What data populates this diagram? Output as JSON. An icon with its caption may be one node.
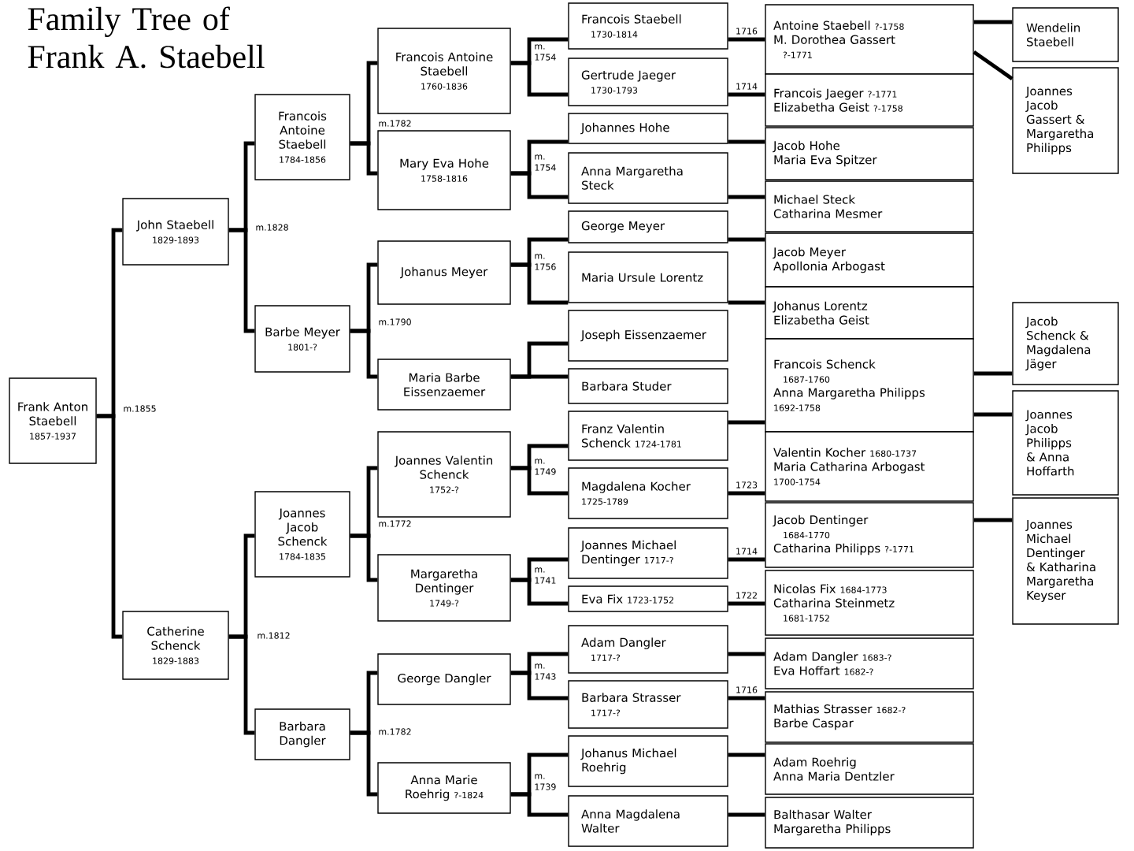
{
  "diagram": {
    "title": "Family Tree of Frank A. Staebell",
    "nodes": [
      {
        "text": [
          "Frank Anton Staebell",
          "1857-1937"
        ]
      },
      {
        "text": [
          "John Staebell",
          "1829-1893"
        ]
      },
      {
        "text": [
          "Catherine Schenck",
          "1829-1883"
        ]
      },
      {
        "text": [
          "Francois Antoine Staebell",
          "1784-1856"
        ]
      },
      {
        "text": [
          "Barbe Meyer",
          "1801-?"
        ]
      },
      {
        "text": [
          "Joannes Jacob Schenck",
          "1784-1835"
        ]
      },
      {
        "text": [
          "Barbara Dangler"
        ]
      },
      {
        "text": [
          "Francois Antoine Staebell",
          "1760-1836"
        ]
      },
      {
        "text": [
          "Mary Eva Hohe",
          "1758-1816"
        ]
      },
      {
        "text": [
          "Johanus Meyer"
        ]
      },
      {
        "text": [
          "Maria Barbe Eissenzaemer"
        ]
      },
      {
        "text": [
          "Joannes Valentin Schenck",
          "1752-?"
        ]
      },
      {
        "text": [
          "Margaretha Dentinger",
          "1749-?"
        ]
      },
      {
        "text": [
          "George Dangler"
        ]
      },
      {
        "text": [
          "Anna Marie Roehrig",
          "?-1824"
        ]
      },
      {
        "text": [
          "Francois Staebell",
          "1730-1814"
        ]
      },
      {
        "text": [
          "Gertrude Jaeger",
          "1730-1793"
        ]
      },
      {
        "text": [
          "Johannes Hohe"
        ]
      },
      {
        "text": [
          "Anna Margaretha Steck"
        ]
      },
      {
        "text": [
          "George Meyer"
        ]
      },
      {
        "text": [
          "Maria Ursule Lorentz"
        ]
      },
      {
        "text": [
          "Joseph Eissenzaemer"
        ]
      },
      {
        "text": [
          "Barbara Studer"
        ]
      },
      {
        "text": [
          "Franz Valentin Schenck",
          "1724-1781"
        ]
      },
      {
        "text": [
          "Magdalena Kocher",
          "1725-1789"
        ]
      },
      {
        "text": [
          "Joannes Michael Dentinger",
          "1717-?"
        ]
      },
      {
        "text": [
          "Eva Fix",
          "1723-1752"
        ]
      },
      {
        "text": [
          "Adam Dangler",
          "1717-?"
        ]
      },
      {
        "text": [
          "Barbara Strasser",
          "1717-?"
        ]
      },
      {
        "text": [
          "Johanus Michael Roehrig"
        ]
      },
      {
        "text": [
          "Anna Magdalena Walter"
        ]
      },
      {
        "text": [
          "Antoine Staebell",
          "?-1758",
          "M. Dorothea Gassert",
          "?-1771"
        ]
      },
      {
        "text": [
          "Francois Jaeger",
          "?-1771",
          "Elizabetha Geist",
          "?-1758"
        ]
      },
      {
        "text": [
          "Jacob Hohe",
          "Maria Eva Spitzer"
        ]
      },
      {
        "text": [
          "Michael Steck",
          "Catharina Mesmer"
        ]
      },
      {
        "text": [
          "Jacob Meyer",
          "Apollonia Arbogast"
        ]
      },
      {
        "text": [
          "Johanus Lorentz",
          "Elizabetha Geist"
        ]
      },
      {
        "text": [
          "Francois Schenck",
          "1687-1760",
          "Anna Margaretha Philipps",
          "1692-1758"
        ]
      },
      {
        "text": [
          "Valentin Kocher",
          "1680-1737",
          "Maria Catharina Arbogast",
          "1700-1754"
        ]
      },
      {
        "text": [
          "Jacob Dentinger",
          "1684-1770",
          "Catharina Philipps",
          "?-1771"
        ]
      },
      {
        "text": [
          "Nicolas Fix",
          "1684-1773",
          "Catharina Steinmetz",
          "1681-1752"
        ]
      },
      {
        "text": [
          "Adam Dangler",
          "1683-?",
          "Eva Hoffart",
          "1682-?"
        ]
      },
      {
        "text": [
          "Mathias Strasser",
          "1682-?",
          "Barbe Caspar"
        ]
      },
      {
        "text": [
          "Adam Roehrig",
          "Anna Maria Dentzler"
        ]
      },
      {
        "text": [
          "Balthasar Walter",
          "Margaretha Philipps"
        ]
      },
      {
        "text": [
          "Wendelin Staebell"
        ]
      },
      {
        "text": [
          "Joannes Jacob Gassert & Margaretha Philipps"
        ]
      },
      {
        "text": [
          "Jacob Schenck & Magdalena Jäger"
        ]
      },
      {
        "text": [
          "Joannes Jacob Philipps & Anna Hoffarth"
        ]
      },
      {
        "text": [
          "Joannes Michael Dentinger & Katharina Margaretha Keyser"
        ]
      }
    ],
    "edges": [
      {
        "from": 0,
        "to": 1,
        "arrow": "none"
      },
      {
        "from": 0,
        "to": 2,
        "arrow": "none"
      },
      {
        "from": 1,
        "to": 3,
        "arrow": "none"
      },
      {
        "from": 1,
        "to": 4,
        "arrow": "none"
      },
      {
        "from": 2,
        "to": 5,
        "arrow": "none"
      },
      {
        "from": 2,
        "to": 6,
        "arrow": "none"
      },
      {
        "from": 3,
        "to": 7,
        "arrow": "none"
      },
      {
        "from": 3,
        "to": 8,
        "arrow": "none"
      },
      {
        "from": 4,
        "to": 9,
        "arrow": "none"
      },
      {
        "from": 4,
        "to": 10,
        "arrow": "none"
      },
      {
        "from": 5,
        "to": 11,
        "arrow": "none"
      },
      {
        "from": 5,
        "to": 12,
        "arrow": "none"
      },
      {
        "from": 6,
        "to": 13,
        "arrow": "none"
      },
      {
        "from": 6,
        "to": 14,
        "arrow": "none"
      },
      {
        "from": 7,
        "to": 15,
        "arrow": "none"
      },
      {
        "from": 7,
        "to": 16,
        "arrow": "none"
      },
      {
        "from": 8,
        "to": 17,
        "arrow": "none"
      },
      {
        "from": 8,
        "to": 18,
        "arrow": "none"
      },
      {
        "from": 9,
        "to": 19,
        "arrow": "none"
      },
      {
        "from": 9,
        "to": 20,
        "arrow": "none"
      },
      {
        "from": 10,
        "to": 21,
        "arrow": "none"
      },
      {
        "from": 10,
        "to": 22,
        "arrow": "none"
      },
      {
        "from": 11,
        "to": 23,
        "arrow": "none"
      },
      {
        "from": 11,
        "to": 24,
        "arrow": "none"
      },
      {
        "from": 12,
        "to": 25,
        "arrow": "none"
      },
      {
        "from": 12,
        "to": 26,
        "arrow": "none"
      },
      {
        "from": 13,
        "to": 27,
        "arrow": "none"
      },
      {
        "from": 13,
        "to": 28,
        "arrow": "none"
      },
      {
        "from": 14,
        "to": 29,
        "arrow": "none"
      },
      {
        "from": 14,
        "to": 30,
        "arrow": "none"
      },
      {
        "from": 15,
        "to": 31,
        "arrow": "none",
        "label": "1716"
      },
      {
        "from": 16,
        "to": 32,
        "arrow": "none",
        "label": "1714"
      },
      {
        "from": 17,
        "to": 33,
        "arrow": "none"
      },
      {
        "from": 18,
        "to": 34,
        "arrow": "none"
      },
      {
        "from": 19,
        "to": 35,
        "arrow": "none"
      },
      {
        "from": 20,
        "to": 36,
        "arrow": "none"
      },
      {
        "from": 23,
        "to": 37,
        "arrow": "none"
      },
      {
        "from": 24,
        "to": 38,
        "arrow": "none",
        "label": "1723"
      },
      {
        "from": 25,
        "to": 39,
        "arrow": "none",
        "label": "1714"
      },
      {
        "from": 26,
        "to": 40,
        "arrow": "none",
        "label": "1722"
      },
      {
        "from": 27,
        "to": 41,
        "arrow": "none"
      },
      {
        "from": 28,
        "to": 42,
        "arrow": "none",
        "label": "1716"
      },
      {
        "from": 29,
        "to": 43,
        "arrow": "none"
      },
      {
        "from": 30,
        "to": 44,
        "arrow": "none"
      },
      {
        "from": 31,
        "to": 45,
        "arrow": "none"
      },
      {
        "from": 31,
        "to": 46,
        "arrow": "none"
      },
      {
        "from": 37,
        "to": 47,
        "arrow": "none"
      },
      {
        "from": 37,
        "to": 48,
        "arrow": "none"
      },
      {
        "from": 39,
        "to": 49,
        "arrow": "none"
      }
    ],
    "labels": [
      "m.1855",
      "m.1828",
      "m.1812",
      "m.1782",
      "m. 1754",
      "m. 1754",
      "m.1790",
      "m. 1756",
      "m.1772",
      "m. 1749",
      "m. 1741",
      "m.1782",
      "m. 1743",
      "m. 1739"
    ]
  }
}
